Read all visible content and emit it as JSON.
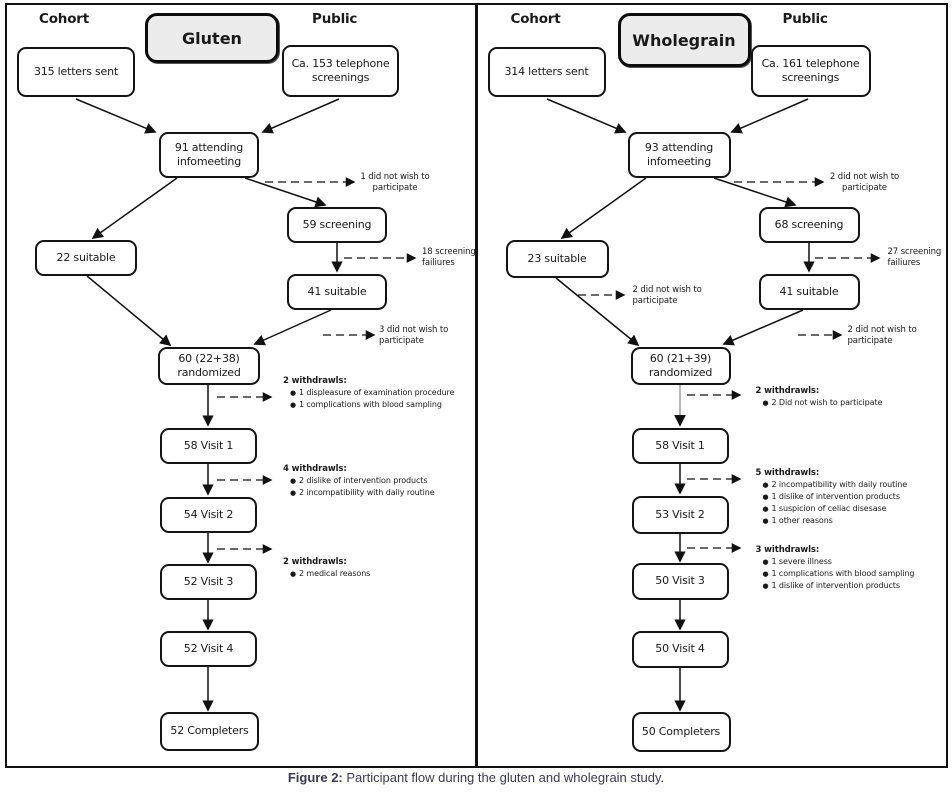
{
  "caption": {
    "label": "Figure 2:",
    "text": "Participant flow during the gluten and wholegrain study."
  },
  "panels": [
    {
      "title": "Gluten",
      "cohort_label": "Cohort",
      "public_label": "Public",
      "boxes": {
        "letters": "315 letters sent",
        "telephone": "Ca. 153 telephone screenings",
        "infomeeting": "91 attending infomeeting",
        "screening": "59 screening",
        "suitable_cohort": "22 suitable",
        "suitable_public": "41 suitable",
        "randomized": "60 (22+38) randomized",
        "visit1": "58 Visit 1",
        "visit2": "54 Visit 2",
        "visit3": "52 Visit 3",
        "visit4": "52 Visit 4",
        "completers": "52 Completers"
      },
      "notes": {
        "infomeeting_dropout": "1 did not wish to participate",
        "screening_failures": "18 screening failiures",
        "suitable_public_dropout": "3 did not wish to participate"
      },
      "withdrawals": [
        {
          "title": "2 withdrawls:",
          "items": [
            "1 displeasure of examination procedure",
            "1 complications with blood sampling"
          ]
        },
        {
          "title": "4 withdrawls:",
          "items": [
            "2 dislike of intervention products",
            "2 incompatibility with daily routine"
          ]
        },
        {
          "title": "2 withdrawls:",
          "items": [
            "2 medical reasons"
          ]
        }
      ]
    },
    {
      "title": "Wholegrain",
      "cohort_label": "Cohort",
      "public_label": "Public",
      "boxes": {
        "letters": "314 letters sent",
        "telephone": "Ca. 161 telephone screenings",
        "infomeeting": "93 attending infomeeting",
        "screening": "68 screening",
        "suitable_cohort": "23 suitable",
        "suitable_public": "41 suitable",
        "randomized": "60 (21+39) randomized",
        "visit1": "58 Visit 1",
        "visit2": "53 Visit 2",
        "visit3": "50 Visit 3",
        "visit4": "50 Visit 4",
        "completers": "50 Completers"
      },
      "notes": {
        "infomeeting_dropout": "2 did not wish to participate",
        "screening_failures": "27 screening failiures",
        "suitable_cohort_dropout": "2 did not wish to participate",
        "suitable_public_dropout": "2 did not wish to participate"
      },
      "withdrawals": [
        {
          "title": "2 withdrawls:",
          "items": [
            "2 Did not wish to participate"
          ]
        },
        {
          "title": "5 withdrawls:",
          "items": [
            "2 incompatibility with daily routine",
            "1 dislike of intervention products",
            "1 suspicion of celiac disesase",
            "1 other reasons"
          ]
        },
        {
          "title": "3 withdrawls:",
          "items": [
            "1 severe illness",
            "1 complications with blood sampling",
            "1 dislike of intervention products"
          ]
        }
      ]
    }
  ]
}
